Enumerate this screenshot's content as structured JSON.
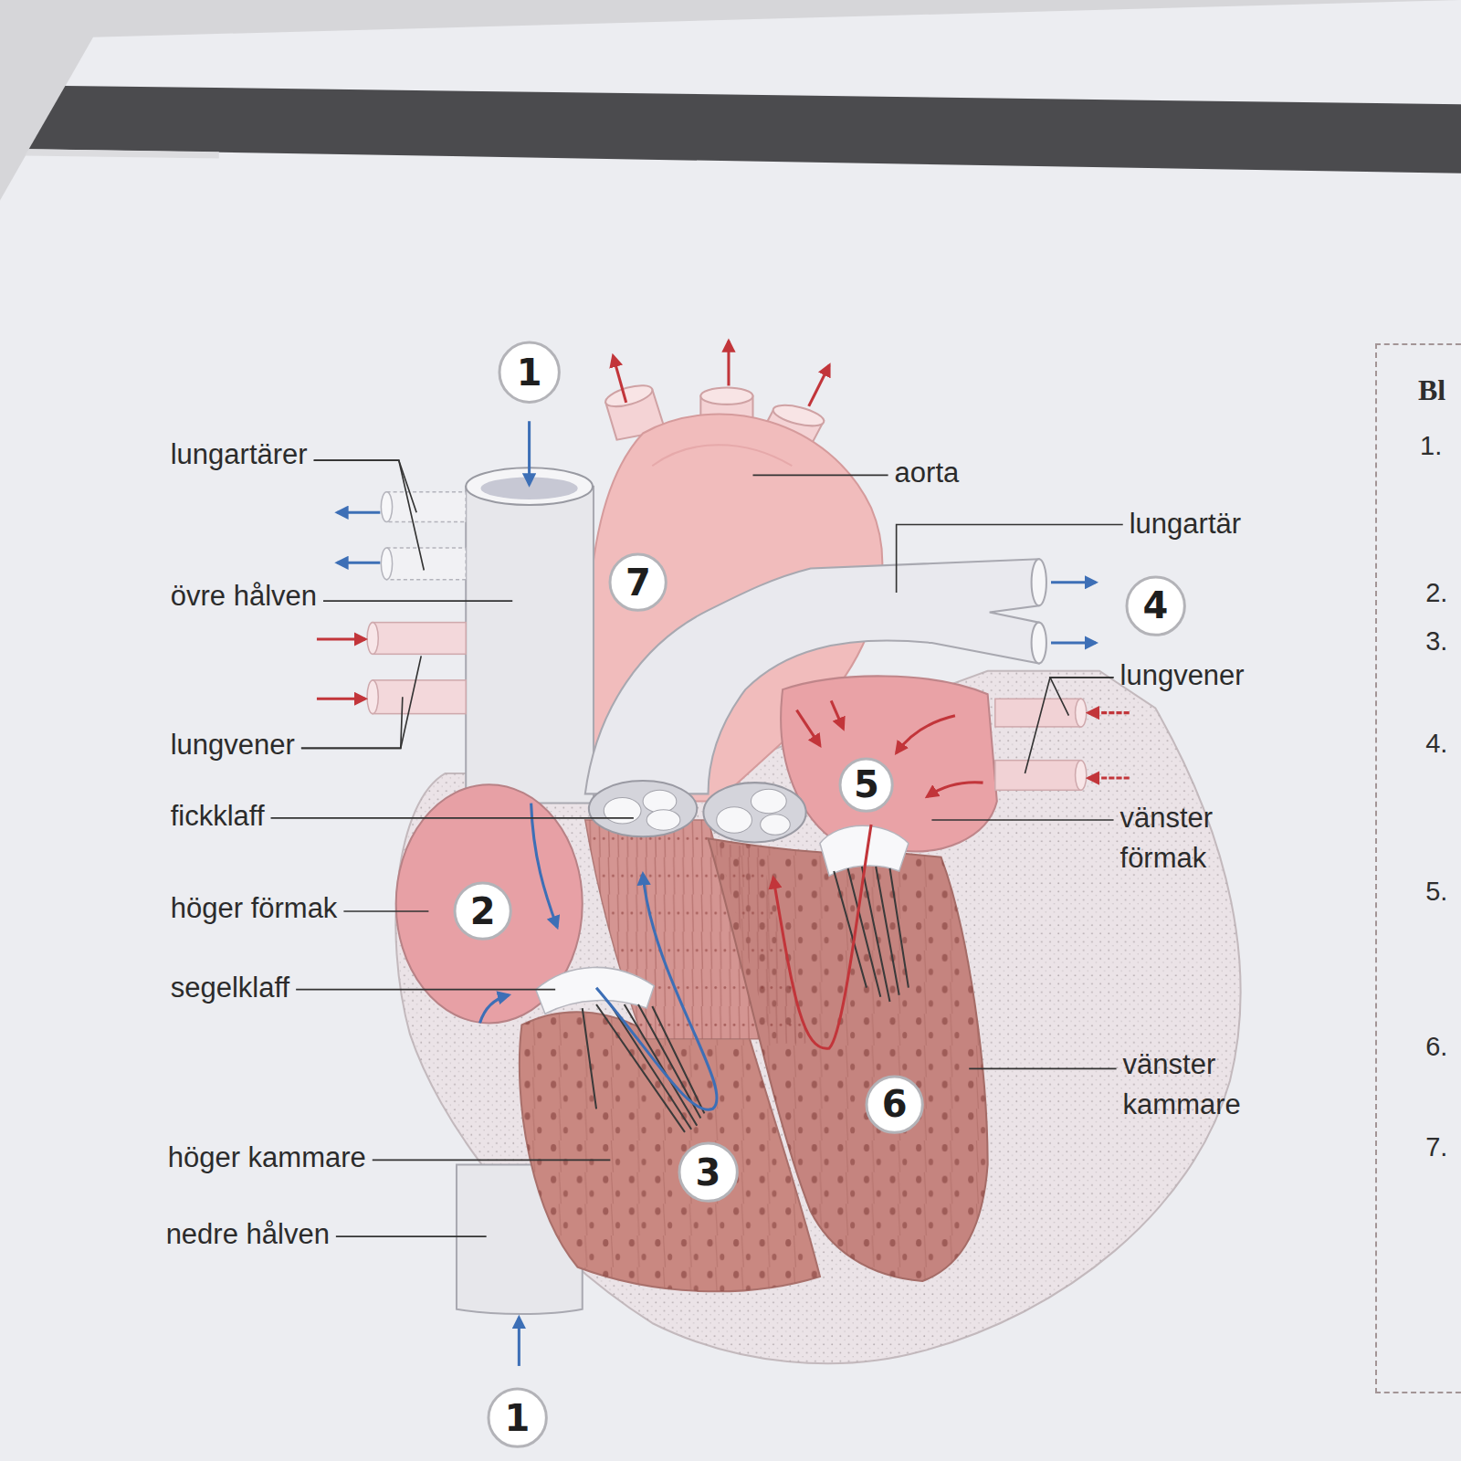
{
  "diagram": {
    "nodes": [
      {
        "text": [
          "1"
        ]
      },
      {
        "text": [
          "7"
        ]
      },
      {
        "text": [
          "4"
        ]
      },
      {
        "text": [
          "5"
        ]
      },
      {
        "text": [
          "2"
        ]
      },
      {
        "text": [
          "6"
        ]
      },
      {
        "text": [
          "3"
        ]
      },
      {
        "text": [
          "1"
        ]
      },
      {
        "text": [
          "Bl",
          "1.",
          "2.",
          "3.",
          "4.",
          "5.",
          "6.",
          "7."
        ]
      }
    ],
    "labels": [
      "lungartärer",
      "övre hålven",
      "lungvener",
      "fickklaff",
      "höger förmak",
      "segelklaff",
      "höger kammare",
      "nedre hålven",
      "aorta",
      "lungartär",
      "lungvener",
      "vänster förmak",
      "vänster kammare"
    ]
  }
}
